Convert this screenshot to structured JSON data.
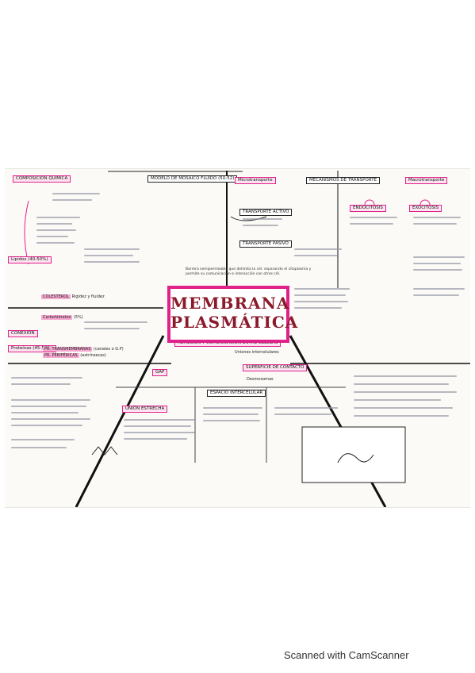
{
  "title": {
    "line1": "MEMBRANA",
    "line2": "PLASMÁTICA"
  },
  "composition": {
    "heading": "COMPOSICIÓN QUÍMICA",
    "lipidos": "Lípidos",
    "lipidos_pct": "(40-50%)",
    "colesterol": "COLESTEROL",
    "rigidez": "Rigidez y fluidez",
    "carbohidratos": "Carbohidratos",
    "carb_pct": "(5%)",
    "proteinas": "Proteínas",
    "prot_pct": "(45-50%)",
    "conexion": "CONEXIÓN",
    "integrales": "PR. TRANSMEMBRANAS",
    "integrales_sub": "(canales o G.P)",
    "perifericas": "PR. PERIFÉRICAS",
    "perifericas_sub": "(extrínsecas)"
  },
  "model": {
    "heading": "MODELO DE MOSAICO FLUIDO",
    "sub": "(50-52)"
  },
  "transport": {
    "micro": "Microtransporte",
    "mechanisms": "MECANISMOS DE TRANSPORTE",
    "macro": "Macrotransporte",
    "endocitosis": "ENDOCITOSIS",
    "exocitosis": "EXOCITOSIS",
    "activo": "TRANSPORTE ACTIVO",
    "pasivo": "TRANSPORTE PASIVO"
  },
  "functions": {
    "definition": "Barrera semipermeable que delimita la cél. separando el citoplasma y permite su comunicación e interacción con otras cél.",
    "adhesion": "ADHESIÓN Y COMUNICACIÓN ENTRE CÉLULAS",
    "uniones": "Uniones intercelulares",
    "superficie": "SUPERFICIE DE CONTACTO",
    "espacio": "ESPACIO INTERCELULAR",
    "gap": "GAP",
    "desmosomas": "Desmosomas",
    "estrecha": "UNIÓN ESTRECHA"
  },
  "footer": {
    "scanner": "Scanned with CamScanner"
  }
}
